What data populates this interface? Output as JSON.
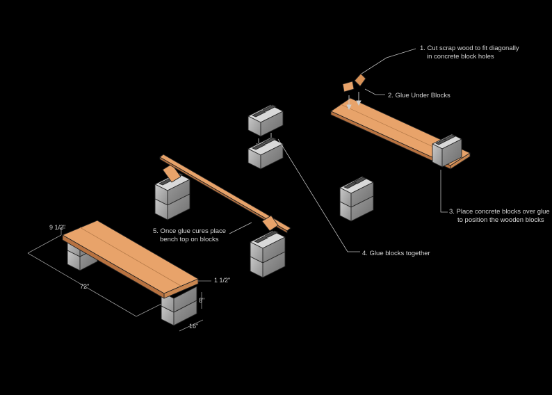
{
  "callouts": {
    "step1_line1": "1. Cut scrap wood to fit diagonally",
    "step1_line2": "in concrete block holes",
    "step2": "2. Glue Under Blocks",
    "step3_line1": "3. Place concrete blocks over glue",
    "step3_line2": "to position the wooden blocks",
    "step4": "4. Glue blocks together",
    "step5_line1": "5. Once glue cures place",
    "step5_line2": "bench top on blocks"
  },
  "dimensions": {
    "top_thickness": "9 1/2\"",
    "length": "72\"",
    "wood_thickness": "1 1/2\"",
    "block_height": "8\"",
    "block_width": "16\""
  },
  "colors": {
    "background": "#000000",
    "wood_top": "#e8a36a",
    "wood_side": "#c47d45",
    "concrete_light": "#d9d9d9",
    "concrete_mid": "#a8a8a8",
    "concrete_dark": "#7d7d7d",
    "text": "#d6d6d6"
  }
}
